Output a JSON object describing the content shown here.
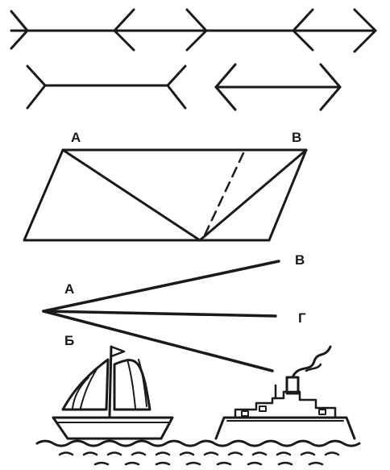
{
  "panels": {
    "parallelogram": {
      "label_left": "А",
      "label_right": "В"
    },
    "rays": {
      "label_a": "А",
      "label_b": "Б",
      "label_v": "В",
      "label_g": "Г"
    },
    "scene": {
      "sailboat_icon": "sailboat-icon",
      "ship_icon": "steamship-icon"
    }
  },
  "colors": {
    "ink": "#1a1a1a",
    "background": "#ffffff"
  }
}
